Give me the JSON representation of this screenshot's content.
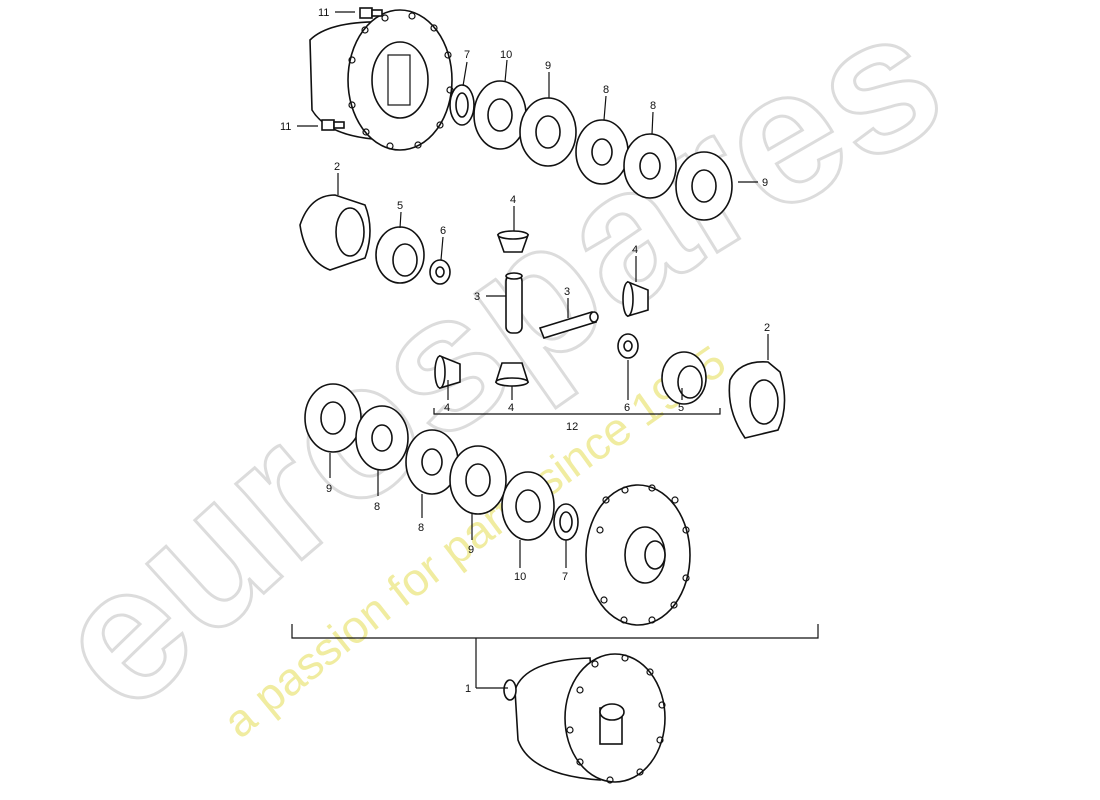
{
  "watermark": {
    "brand": "eurospares",
    "tagline": "a passion for parts since 1985"
  },
  "callouts": [
    {
      "id": "c11a",
      "text": "11"
    },
    {
      "id": "c11b",
      "text": "11"
    },
    {
      "id": "c7a",
      "text": "7"
    },
    {
      "id": "c10a",
      "text": "10"
    },
    {
      "id": "c9a",
      "text": "9"
    },
    {
      "id": "c8a",
      "text": "8"
    },
    {
      "id": "c8b",
      "text": "8"
    },
    {
      "id": "c9b",
      "text": "9"
    },
    {
      "id": "c2a",
      "text": "2"
    },
    {
      "id": "c5a",
      "text": "5"
    },
    {
      "id": "c6a",
      "text": "6"
    },
    {
      "id": "c4a",
      "text": "4"
    },
    {
      "id": "c4b",
      "text": "4"
    },
    {
      "id": "c3a",
      "text": "3"
    },
    {
      "id": "c3b",
      "text": "3"
    },
    {
      "id": "c2b",
      "text": "2"
    },
    {
      "id": "c4c",
      "text": "4"
    },
    {
      "id": "c4d",
      "text": "4"
    },
    {
      "id": "c6b",
      "text": "6"
    },
    {
      "id": "c5b",
      "text": "5"
    },
    {
      "id": "c12",
      "text": "12"
    },
    {
      "id": "c9c",
      "text": "9"
    },
    {
      "id": "c8c",
      "text": "8"
    },
    {
      "id": "c8d",
      "text": "8"
    },
    {
      "id": "c9d",
      "text": "9"
    },
    {
      "id": "c10b",
      "text": "10"
    },
    {
      "id": "c7b",
      "text": "7"
    },
    {
      "id": "c1",
      "text": "1"
    }
  ]
}
